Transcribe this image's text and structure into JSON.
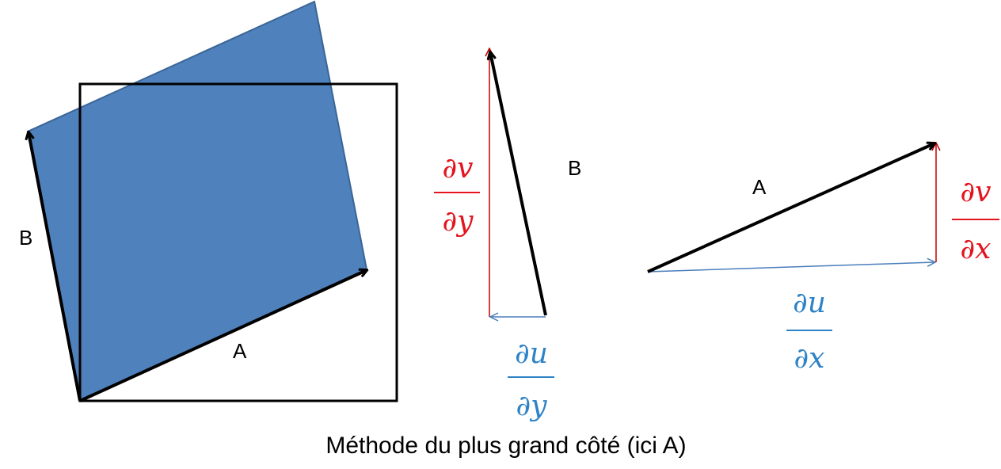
{
  "labels": {
    "left_A": "A",
    "left_B": "B",
    "mid_B": "B",
    "right_A": "A"
  },
  "fractions": {
    "dv_dy": {
      "num": "∂v",
      "den": "∂y"
    },
    "du_dy": {
      "num": "∂u",
      "den": "∂y"
    },
    "dv_dx": {
      "num": "∂v",
      "den": "∂x"
    },
    "du_dx": {
      "num": "∂u",
      "den": "∂x"
    }
  },
  "caption": "Méthode du plus grand côté (ici A)",
  "colors": {
    "parallelogram_fill": "#4f81bd",
    "parallelogram_stroke": "#3a6596",
    "red": "#e3141e",
    "red_line": "#c00000",
    "blue": "#2e83c6",
    "blue_line": "#4a7ebb",
    "black": "#000000"
  }
}
